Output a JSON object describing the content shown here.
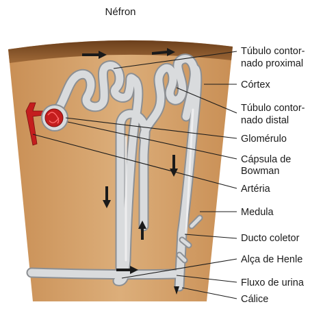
{
  "title": "Néfron",
  "labels": {
    "proximal_1": "Túbulo contor-",
    "proximal_2": "nado proximal",
    "cortex": "Córtex",
    "distal_1": "Túbulo contor-",
    "distal_2": "nado distal",
    "glomerulus": "Glomérulo",
    "bowman_1": "Cápsula de",
    "bowman_2": "Bowman",
    "artery": "Artéria",
    "medulla": "Medula",
    "collecting_duct": "Ducto coletor",
    "henle": "Alça de Henle",
    "urine_flow": "Fluxo de urina",
    "calyx": "Cálice"
  },
  "colors": {
    "tissue": "#d6a36a",
    "capsule": "#8f5a2c",
    "tubule": "#d4d6d8",
    "tubule_outline": "#8c8f93",
    "blood": "#c41e1e",
    "text": "#1a1a1a"
  }
}
